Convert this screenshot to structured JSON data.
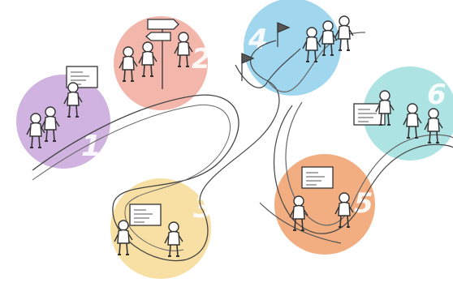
{
  "illustration": {
    "stages": [
      {
        "number": "1",
        "color": "#c8a6dc"
      },
      {
        "number": "2",
        "color": "#f1a99c"
      },
      {
        "number": "3",
        "color": "#f7dd9a"
      },
      {
        "number": "4",
        "color": "#8fd0ec"
      },
      {
        "number": "5",
        "color": "#f0a06b"
      },
      {
        "number": "6",
        "color": "#9fdede"
      }
    ],
    "ribbon_color": "#f7f7f7",
    "ink_color": "#333333"
  }
}
